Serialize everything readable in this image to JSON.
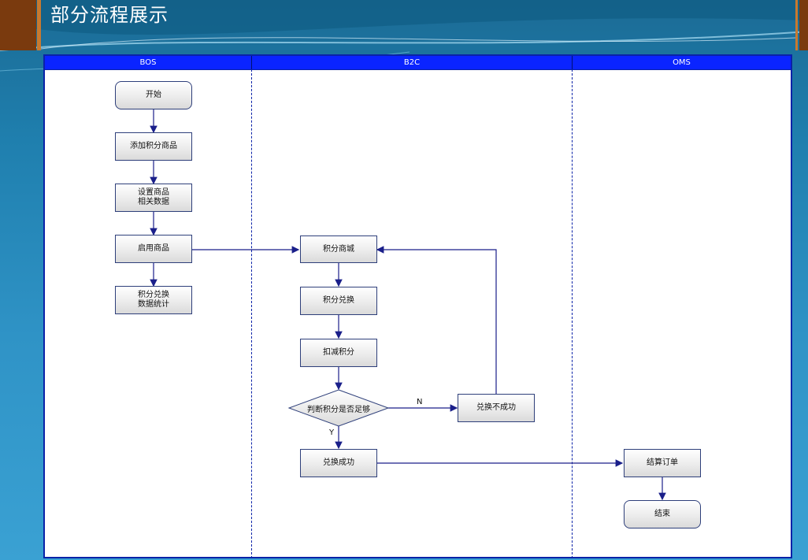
{
  "title": "部分流程展示",
  "lanes": [
    {
      "name": "BOS"
    },
    {
      "name": "B2C"
    },
    {
      "name": "OMS"
    }
  ],
  "nodes": {
    "start": "开始",
    "add_goods": "添加积分商品",
    "set_data": "设置商品\n相关数据",
    "enable_goods": "启用商品",
    "stats": "积分兑换\n数据统计",
    "mall": "积分商城",
    "exchange": "积分兑换",
    "deduct": "扣减积分",
    "decision": "判断积分是否足够",
    "fail": "兑换不成功",
    "success": "兑换成功",
    "settle": "结算订单",
    "end": "结束"
  },
  "edge_labels": {
    "no": "N",
    "yes": "Y"
  },
  "colors": {
    "lane_header": "#0a24ff",
    "border": "#0a22a8",
    "arrow": "#1a1f8a"
  }
}
